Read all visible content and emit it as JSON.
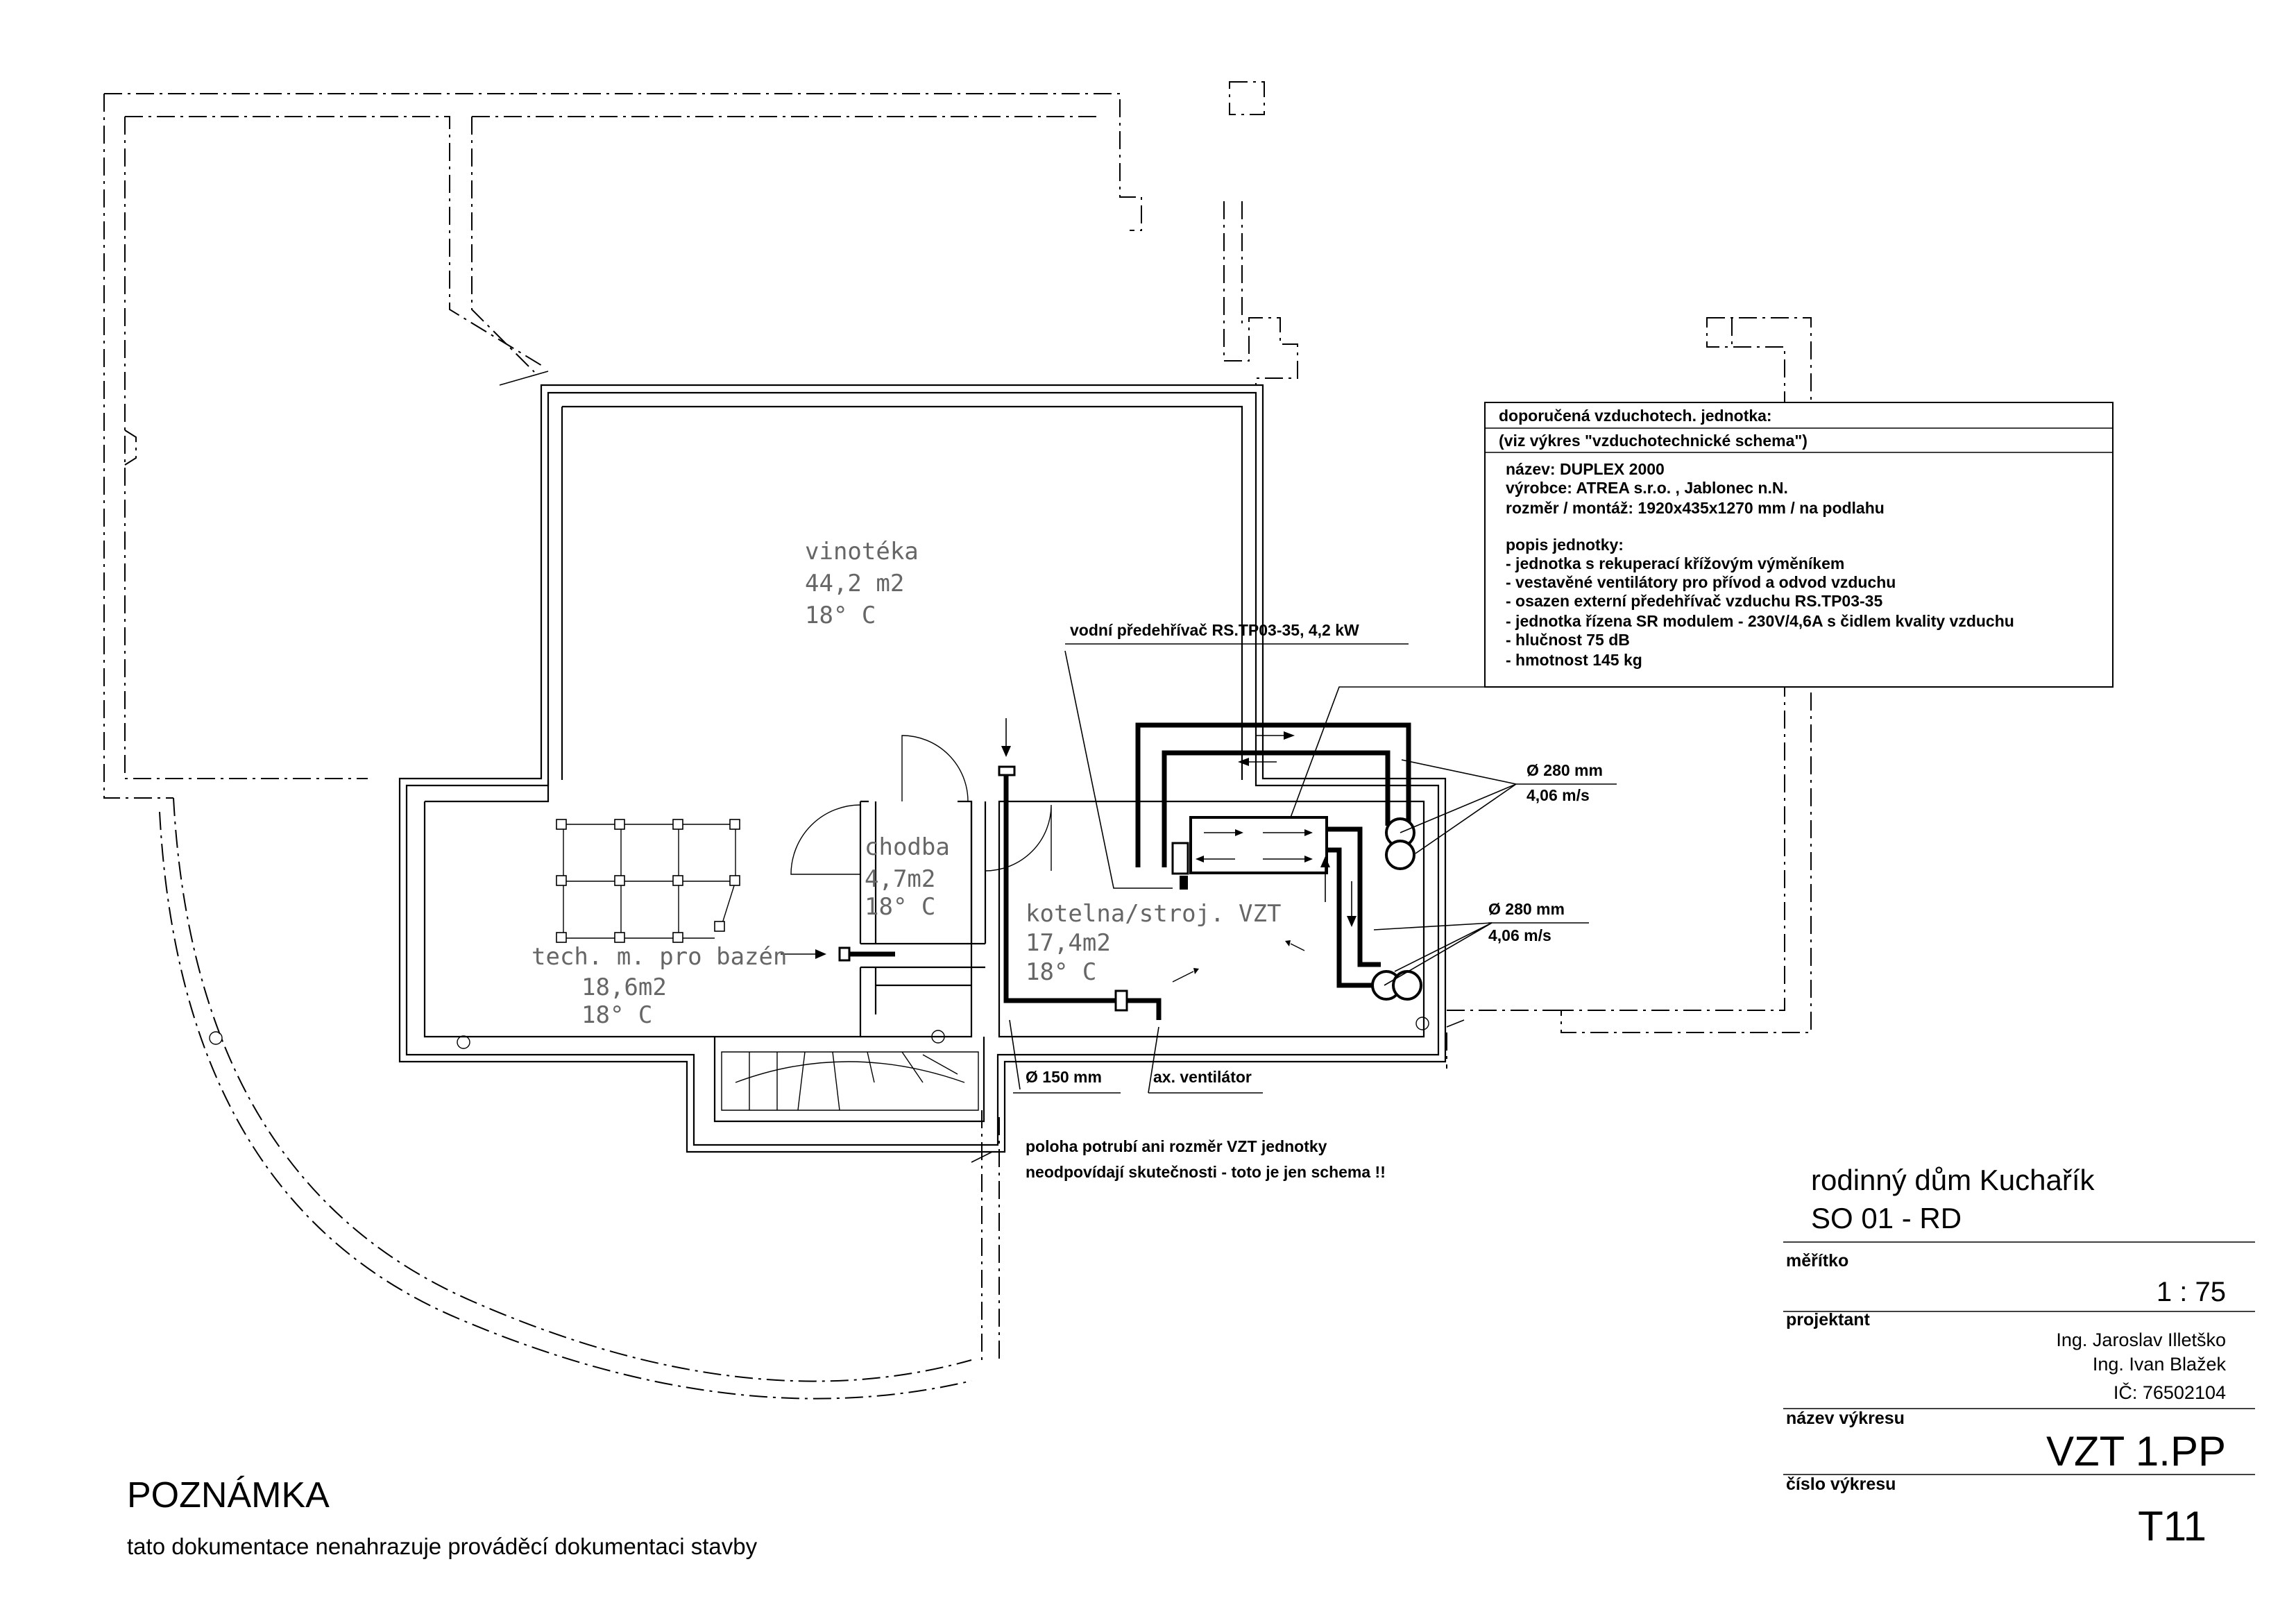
{
  "rooms": {
    "vinoteka": {
      "name": "vinotéka",
      "area": "44,2 m2",
      "temp": "18° C"
    },
    "chodba": {
      "name": "chodba",
      "area": "4,7m2",
      "temp": "18° C"
    },
    "kotelna": {
      "name": "kotelna/stroj. VZT",
      "area": "17,4m2",
      "temp": "18° C"
    },
    "tech": {
      "name": "tech. m. pro bazén",
      "area": "18,6m2",
      "temp": "18° C"
    }
  },
  "unit_box": {
    "heading": "doporučená vzduchotech. jednotka:",
    "reference": "(viz výkres \"vzduchotechnické schema\")",
    "name": "název: DUPLEX 2000",
    "maker": "výrobce: ATREA s.r.o. , Jablonec n.N.",
    "size": "rozměr / montáž: 1920x435x1270 mm / na podlahu",
    "desc_title": "popis jednotky:",
    "desc": [
      "- jednotka s rekuperací křížovým výměníkem",
      "- vestavěné ventilátory pro přívod a odvod vzduchu",
      "- osazen externí předehřívač vzduchu RS.TP03-35",
      "- jednotka řízena SR modulem - 230V/4,6A s čidlem kvality vzduchu",
      "- hlučnost 75 dB",
      "- hmotnost 145 kg"
    ]
  },
  "annotations": {
    "preheater": "vodní předehřívač RS.TP03-35, 4,2 kW",
    "duct1_d": "Ø 280 mm",
    "duct1_v": "4,06 m/s",
    "duct2_d": "Ø 280 mm",
    "duct2_v": "4,06 m/s",
    "duct3_d": "Ø 150 mm",
    "fan": "ax. ventilátor",
    "note_line1": "poloha potrubí ani rozměr VZT jednotky",
    "note_line2": "neodpovídají skutečnosti - toto je jen schema !!"
  },
  "title_block": {
    "project_line1": "rodinný dům Kuchařík",
    "project_line2": "SO 01 - RD",
    "scale_label": "měřítko",
    "scale": "1 : 75",
    "designer_label": "projektant",
    "designer1": "Ing. Jaroslav Illetško",
    "designer2": "Ing. Ivan Blažek",
    "ic": "IČ: 76502104",
    "drawing_name_label": "název výkresu",
    "drawing_name": "VZT 1.PP",
    "drawing_number_label": "číslo výkresu",
    "drawing_number": "T11"
  },
  "note": {
    "heading": "POZNÁMKA",
    "text": "tato dokumentace nenahrazuje prováděcí dokumentaci stavby"
  }
}
